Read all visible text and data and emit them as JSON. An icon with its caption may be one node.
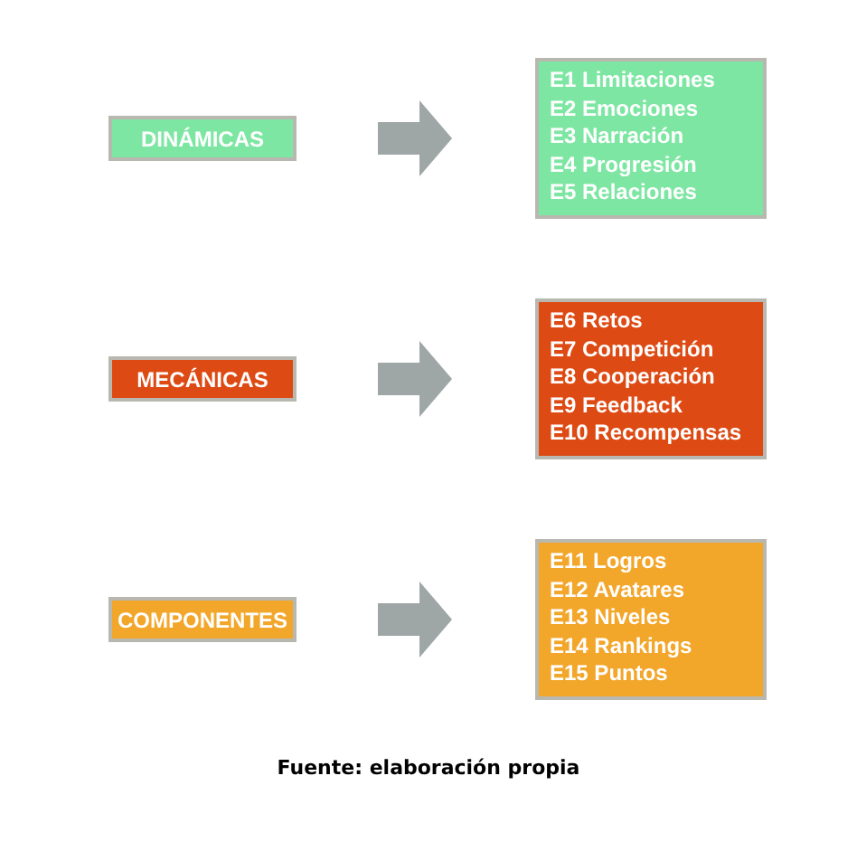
{
  "diagram": {
    "caption": "Fuente: elaboración propia",
    "nodes": [
      {
        "text": [
          "DINÁMICAS"
        ]
      },
      {
        "text": [
          "E1 Limitaciones",
          "E2 Emociones",
          "E3 Narración",
          "E4 Progresión",
          "E5 Relaciones"
        ]
      },
      {
        "text": [
          "MECÁNICAS"
        ]
      },
      {
        "text": [
          "E6 Retos",
          "E7 Competición",
          "E8 Cooperación",
          "E9 Feedback",
          "E10 Recompensas"
        ]
      },
      {
        "text": [
          "COMPONENTES"
        ]
      },
      {
        "text": [
          "E11 Logros",
          "E12 Avatares",
          "E13 Niveles",
          "E14 Rankings",
          "E15 Puntos"
        ]
      }
    ],
    "edges": [
      {
        "from": 0,
        "to": 1,
        "arrow": "to"
      },
      {
        "from": 2,
        "to": 3,
        "arrow": "to"
      },
      {
        "from": 4,
        "to": 5,
        "arrow": "to"
      }
    ]
  }
}
